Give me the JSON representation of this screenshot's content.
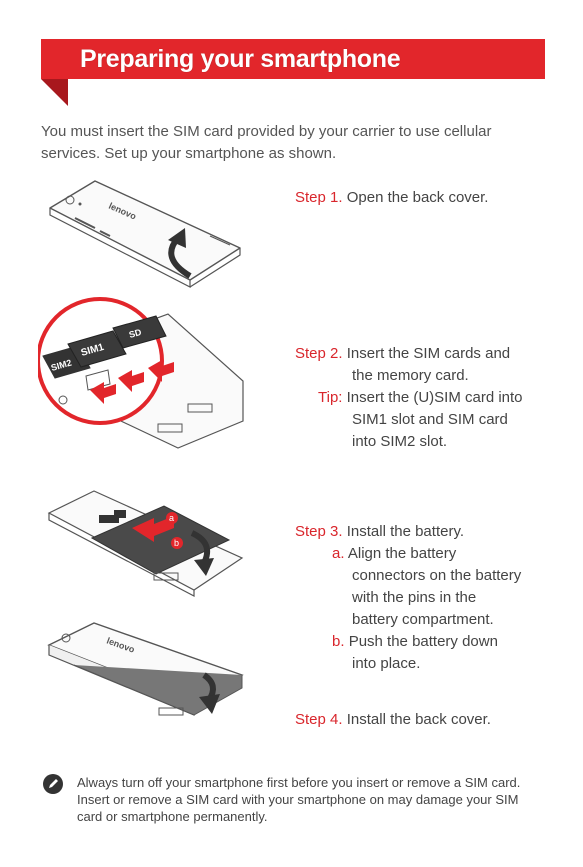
{
  "header": {
    "title": "Preparing your smartphone"
  },
  "intro": "You must insert the SIM card provided by your carrier to use cellular services. Set up your smartphone as shown.",
  "brand_logo_text": "lenovo",
  "sim_labels": [
    "SIM2",
    "SIM1",
    "SD"
  ],
  "step_markers": [
    "a",
    "b"
  ],
  "steps": {
    "s1": {
      "label": "Step 1.",
      "text": "Open the back cover."
    },
    "s2": {
      "label": "Step 2.",
      "line1": "Insert the SIM cards and",
      "line2": "the memory card.",
      "tip_label": "Tip:",
      "tip1": "Insert the (U)SIM card into",
      "tip2": "SIM1 slot and SIM card",
      "tip3": "into SIM2 slot."
    },
    "s3": {
      "label": "Step 3.",
      "text": "Install the battery.",
      "a_label": "a.",
      "a1": "Align the battery",
      "a2": "connectors on the battery",
      "a3": "with the pins in the",
      "a4": "battery compartment.",
      "b_label": "b.",
      "b1": "Push the battery down",
      "b2": "into place."
    },
    "s4": {
      "label": "Step 4.",
      "text": "Install the back cover."
    }
  },
  "note": "Always turn off your smartphone first before you insert or remove a SIM card. Insert or remove a SIM card with your smartphone on may damage your SIM card or smartphone permanently.",
  "colors": {
    "accent": "#e2262b",
    "accent_dark": "#a8181d",
    "text": "#444444"
  }
}
